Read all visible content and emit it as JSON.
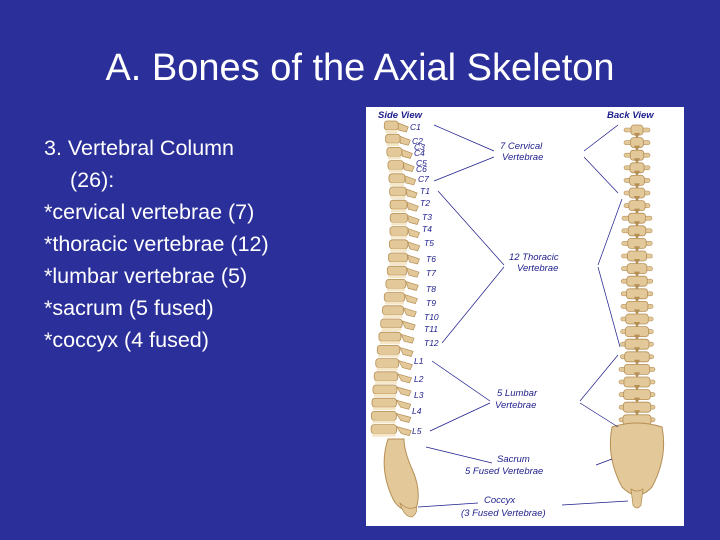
{
  "slide": {
    "title": "A. Bones of the Axial Skeleton",
    "bullets": [
      "3. Vertebral Column",
      "(26):",
      "*cervical vertebrae (7)",
      "*thoracic vertebrae (12)",
      "*lumbar vertebrae (5)",
      "*sacrum (5 fused)",
      "*coccyx (4 fused)"
    ]
  },
  "figure": {
    "side_view": "Side View",
    "back_view": "Back View",
    "vertebra_labels": [
      "C1",
      "C2",
      "C3",
      "C4",
      "C5",
      "C6",
      "C7",
      "T1",
      "T2",
      "T3",
      "T4",
      "T5",
      "T6",
      "T7",
      "T8",
      "T9",
      "T10",
      "T11",
      "T12",
      "L1",
      "L2",
      "L3",
      "L4",
      "L5"
    ],
    "group_labels": {
      "cervical": [
        "7 Cervical",
        "Vertebrae"
      ],
      "thoracic": [
        "12 Thoracic",
        "Vertebrae"
      ],
      "lumbar": [
        "5 Lumbar",
        "Vertebrae"
      ],
      "sacrum": [
        "Sacrum",
        "5 Fused Vertebrae"
      ],
      "coccyx": [
        "Coccyx",
        "(3 Fused Vertebrae)"
      ]
    },
    "colors": {
      "background": "#2b2f9a",
      "bone": "#e3c99a",
      "bone_shadow": "#b58f55",
      "disc": "#f4e6c6",
      "label": "#1d1d8c"
    }
  }
}
